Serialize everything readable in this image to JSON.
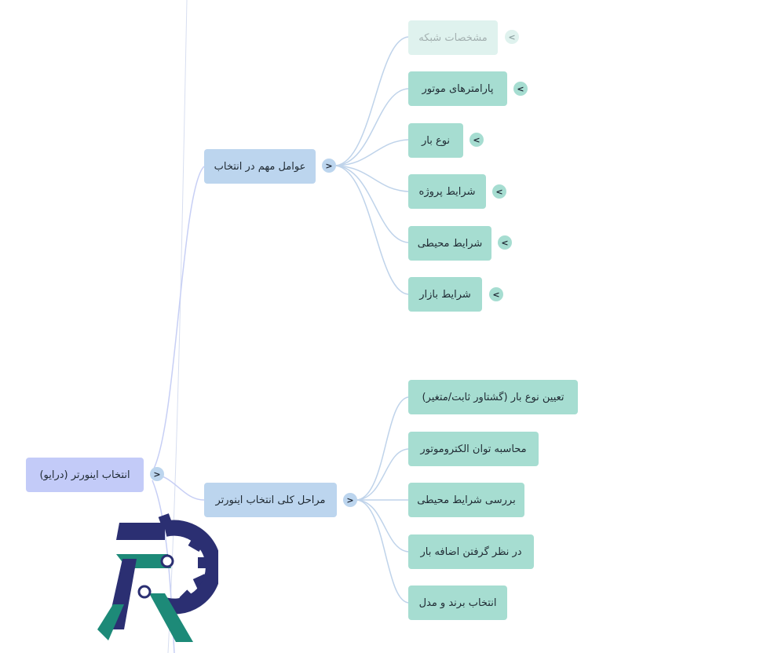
{
  "mindmap": {
    "root": {
      "label": "انتخاب اینورتر (درایو)",
      "toggle": ">"
    },
    "branches": [
      {
        "label": "عوامل مهم در انتخاب",
        "toggle": ">",
        "children": [
          {
            "label": "مشخصات شبکه",
            "toggle": "<",
            "faded": true
          },
          {
            "label": "پارامترهای موتور",
            "toggle": "<"
          },
          {
            "label": "نوع بار",
            "toggle": "<"
          },
          {
            "label": "شرایط پروژه",
            "toggle": "<"
          },
          {
            "label": "شرایط محیطی",
            "toggle": "<"
          },
          {
            "label": "شرایط بازار",
            "toggle": "<"
          }
        ]
      },
      {
        "label": "مراحل کلی انتخاب اینورتر",
        "toggle": ">",
        "children": [
          {
            "label": "تعیین نوع بار (گشتاور ثابت/متغیر)"
          },
          {
            "label": "محاسبه توان الکتروموتور"
          },
          {
            "label": "بررسی شرایط محیطی"
          },
          {
            "label": "در نظر گرفتن اضافه بار"
          },
          {
            "label": "انتخاب برند و مدل"
          }
        ]
      }
    ]
  },
  "colors": {
    "root_node": "#c3cbf8",
    "level1_node": "#bcd5ee",
    "level2_node": "#a6ddd1",
    "faded_node": "#dff2ee",
    "link": "#c3d2ea",
    "logo_navy": "#2b2f72",
    "logo_teal": "#1d8a78"
  },
  "logo": {
    "icon": "gear-logo-icon"
  }
}
